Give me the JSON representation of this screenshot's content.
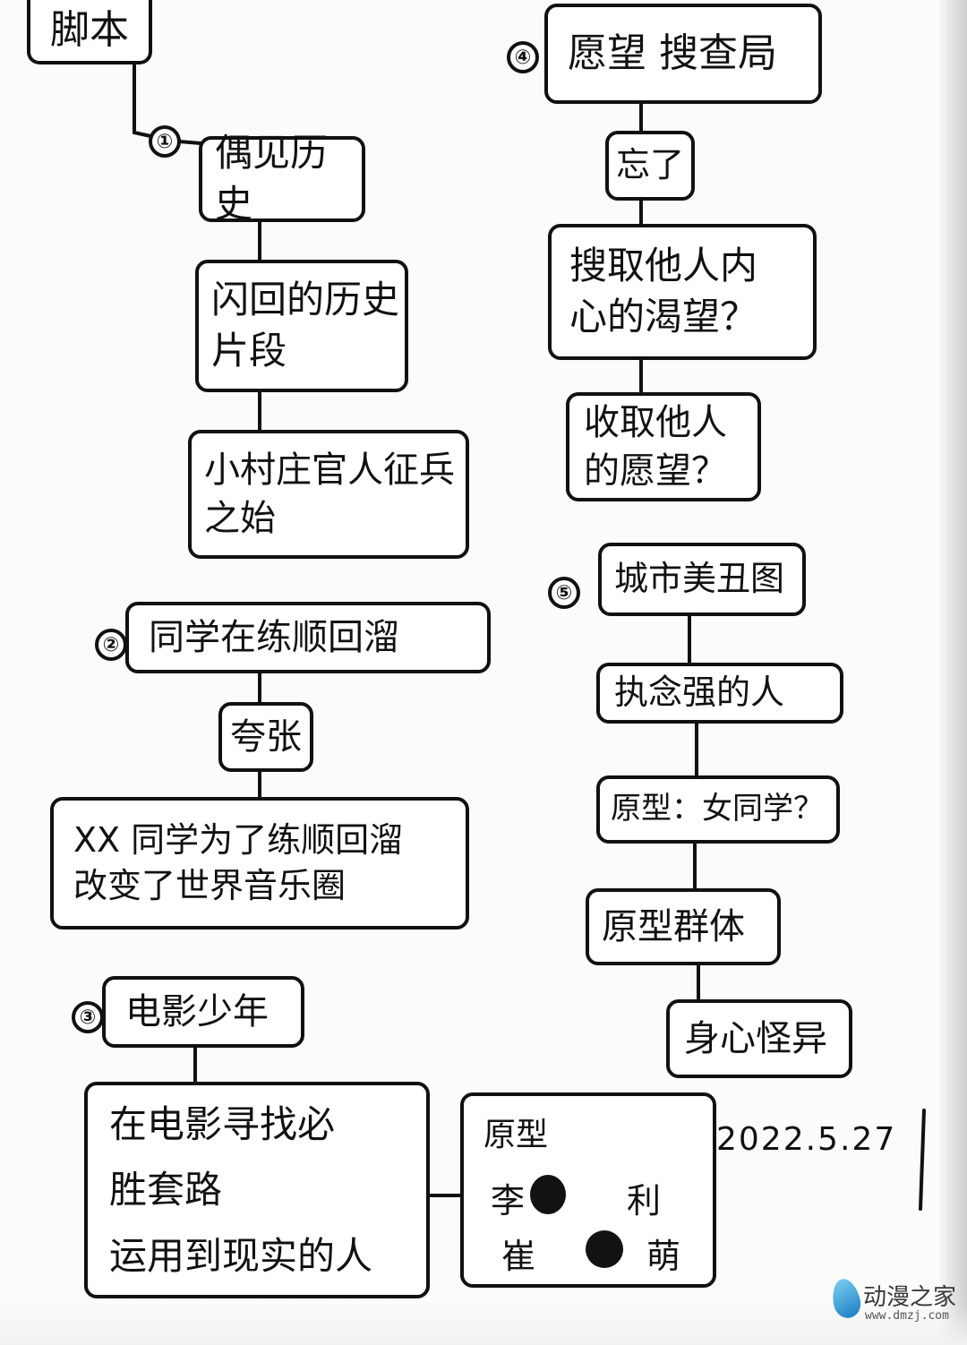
{
  "title": "脚本",
  "sections": [
    {
      "number": "①",
      "heading": "偶见历史",
      "children": [
        "闪回的历史\n片段",
        "小村庄官人征兵\n之始"
      ]
    },
    {
      "number": "②",
      "heading": "同学在练顺回溜",
      "children": [
        "夸张",
        "XX 同学为了练顺回溜\n改变了世界音乐圈"
      ]
    },
    {
      "number": "③",
      "heading": "电影少年",
      "children": [
        "在电影寻找必\n胜套路\n运用到现实的人"
      ]
    },
    {
      "number": "④",
      "heading": "愿望 搜查局",
      "children": [
        "忘了",
        "搜取他人内\n心的渴望？",
        "收取他人\n的愿望？"
      ]
    },
    {
      "number": "⑤",
      "heading": "城市美丑图",
      "children": [
        "执念强的人",
        "原型：女同学？",
        "原型群体",
        "身心怪异"
      ]
    }
  ],
  "prototype": {
    "title": "原型",
    "names": [
      "李",
      "利",
      "崔",
      "萌"
    ]
  },
  "date": "2022.5.27",
  "watermark": {
    "name": "动漫之家",
    "url": "www.dmzj.com"
  },
  "colors": {
    "ink": "#111111",
    "paper": "#fbfbfa",
    "watermark_blue": "#1a7cc2"
  }
}
